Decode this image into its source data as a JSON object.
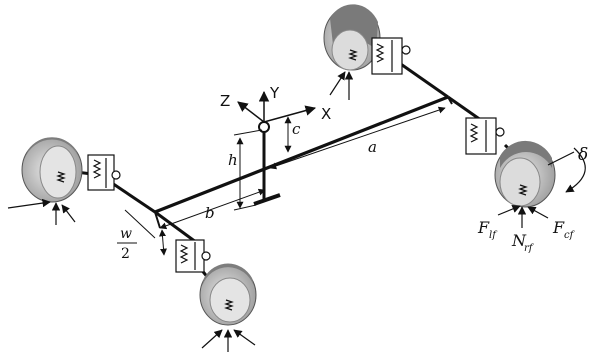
{
  "axes": {
    "z": "Z",
    "y": "Y",
    "x": "X"
  },
  "dims": {
    "a": "a",
    "b": "b",
    "c": "c",
    "h": "h"
  },
  "track": {
    "numerator": "w",
    "denominator": "2"
  },
  "steer_angle": "δ",
  "forces": {
    "lateral": {
      "main": "F",
      "sub": "lf"
    },
    "normal": {
      "main": "N",
      "sub": "rf"
    },
    "long": {
      "main": "F",
      "sub": "cf"
    }
  }
}
